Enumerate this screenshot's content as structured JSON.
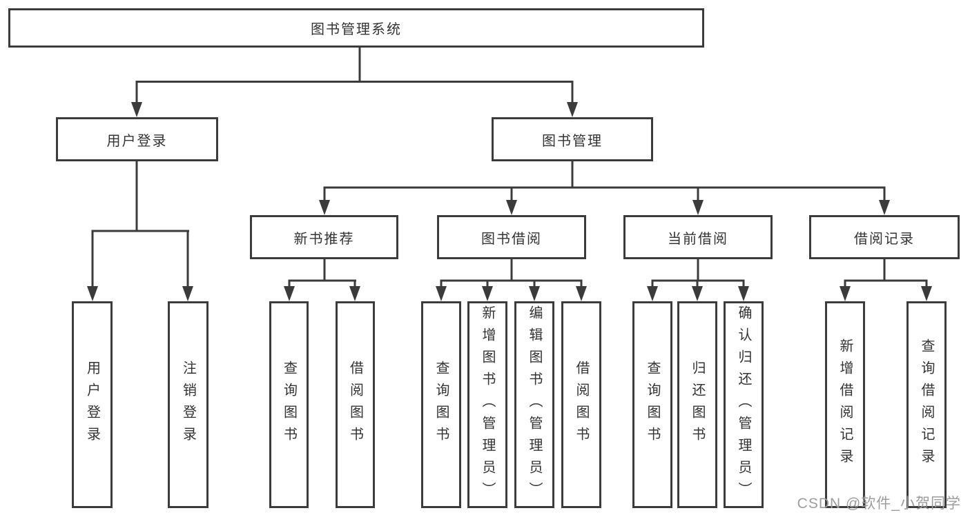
{
  "diagram": {
    "background": "#ffffff",
    "line_color": "#3b3b3b",
    "text_color": "#333333",
    "tree": {
      "label": "图书管理系统",
      "children": [
        {
          "label": "用户登录",
          "children": [
            {
              "label": "用户登录"
            },
            {
              "label": "注销登录"
            }
          ]
        },
        {
          "label": "图书管理",
          "children": [
            {
              "label": "新书推荐",
              "children": [
                {
                  "label": "查询图书"
                },
                {
                  "label": "借阅图书"
                }
              ]
            },
            {
              "label": "图书借阅",
              "children": [
                {
                  "label": "查询图书"
                },
                {
                  "label": "新增图书（管理员）"
                },
                {
                  "label": "编辑图书（管理员）"
                },
                {
                  "label": "借阅图书"
                }
              ]
            },
            {
              "label": "当前借阅",
              "children": [
                {
                  "label": "查询图书"
                },
                {
                  "label": "归还图书"
                },
                {
                  "label": "确认归还（管理员）"
                }
              ]
            },
            {
              "label": "借阅记录",
              "children": [
                {
                  "label": "新增借阅记录"
                },
                {
                  "label": "查询借阅记录"
                }
              ]
            }
          ]
        }
      ]
    }
  },
  "watermark": {
    "text": "CSDN @软件_小贺同学",
    "color": "#9c9c9c"
  }
}
